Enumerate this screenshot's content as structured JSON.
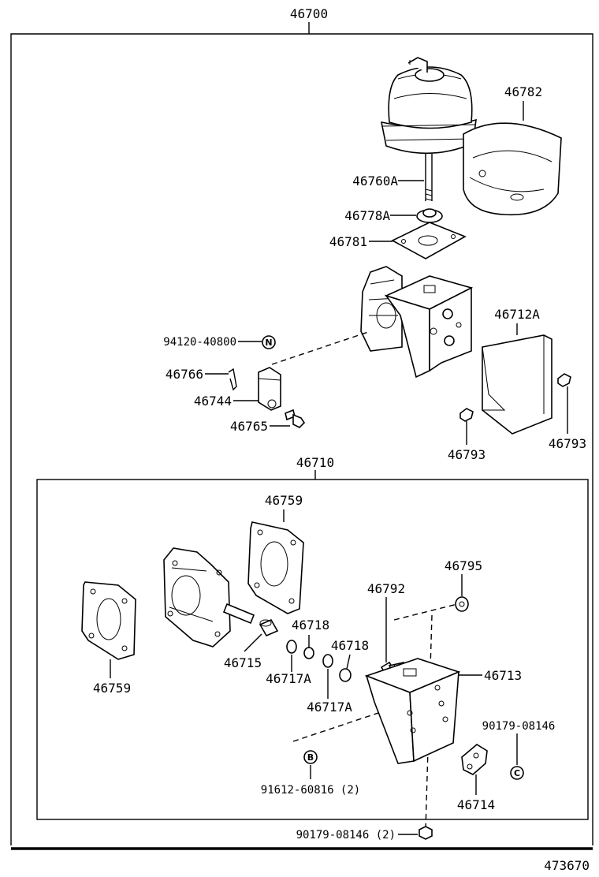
{
  "assembly": {
    "main_number": "46700",
    "sub_number": "46710",
    "illustration_number": "473670"
  },
  "callouts": {
    "p46782": "46782",
    "p46760A": "46760A",
    "p46778A": "46778A",
    "p46781": "46781",
    "p94120": "94120-40800",
    "p46712A": "46712A",
    "p46766": "46766",
    "p46744": "46744",
    "p46765": "46765",
    "p46793a": "46793",
    "p46793b": "46793",
    "p46759top": "46759",
    "p46795": "46795",
    "p46792": "46792",
    "p46718a": "46718",
    "p46718b": "46718",
    "p46715": "46715",
    "p46717Aa": "46717A",
    "p46717Ab": "46717A",
    "p46713": "46713",
    "p46759left": "46759",
    "p90179a": "90179-08146",
    "p91612": "91612-60816 (2)",
    "p46714": "46714",
    "p90179b": "90179-08146 (2)"
  },
  "symbols": {
    "n_mark": "N",
    "b_mark": "B",
    "c_mark": "C"
  },
  "icons": [
    "vacuum-actuator-icon",
    "heat-shield-icon",
    "bracket-icon",
    "bolt-icon",
    "nut-icon",
    "gasket-icon",
    "valve-body-icon",
    "clip-icon",
    "lever-icon"
  ]
}
